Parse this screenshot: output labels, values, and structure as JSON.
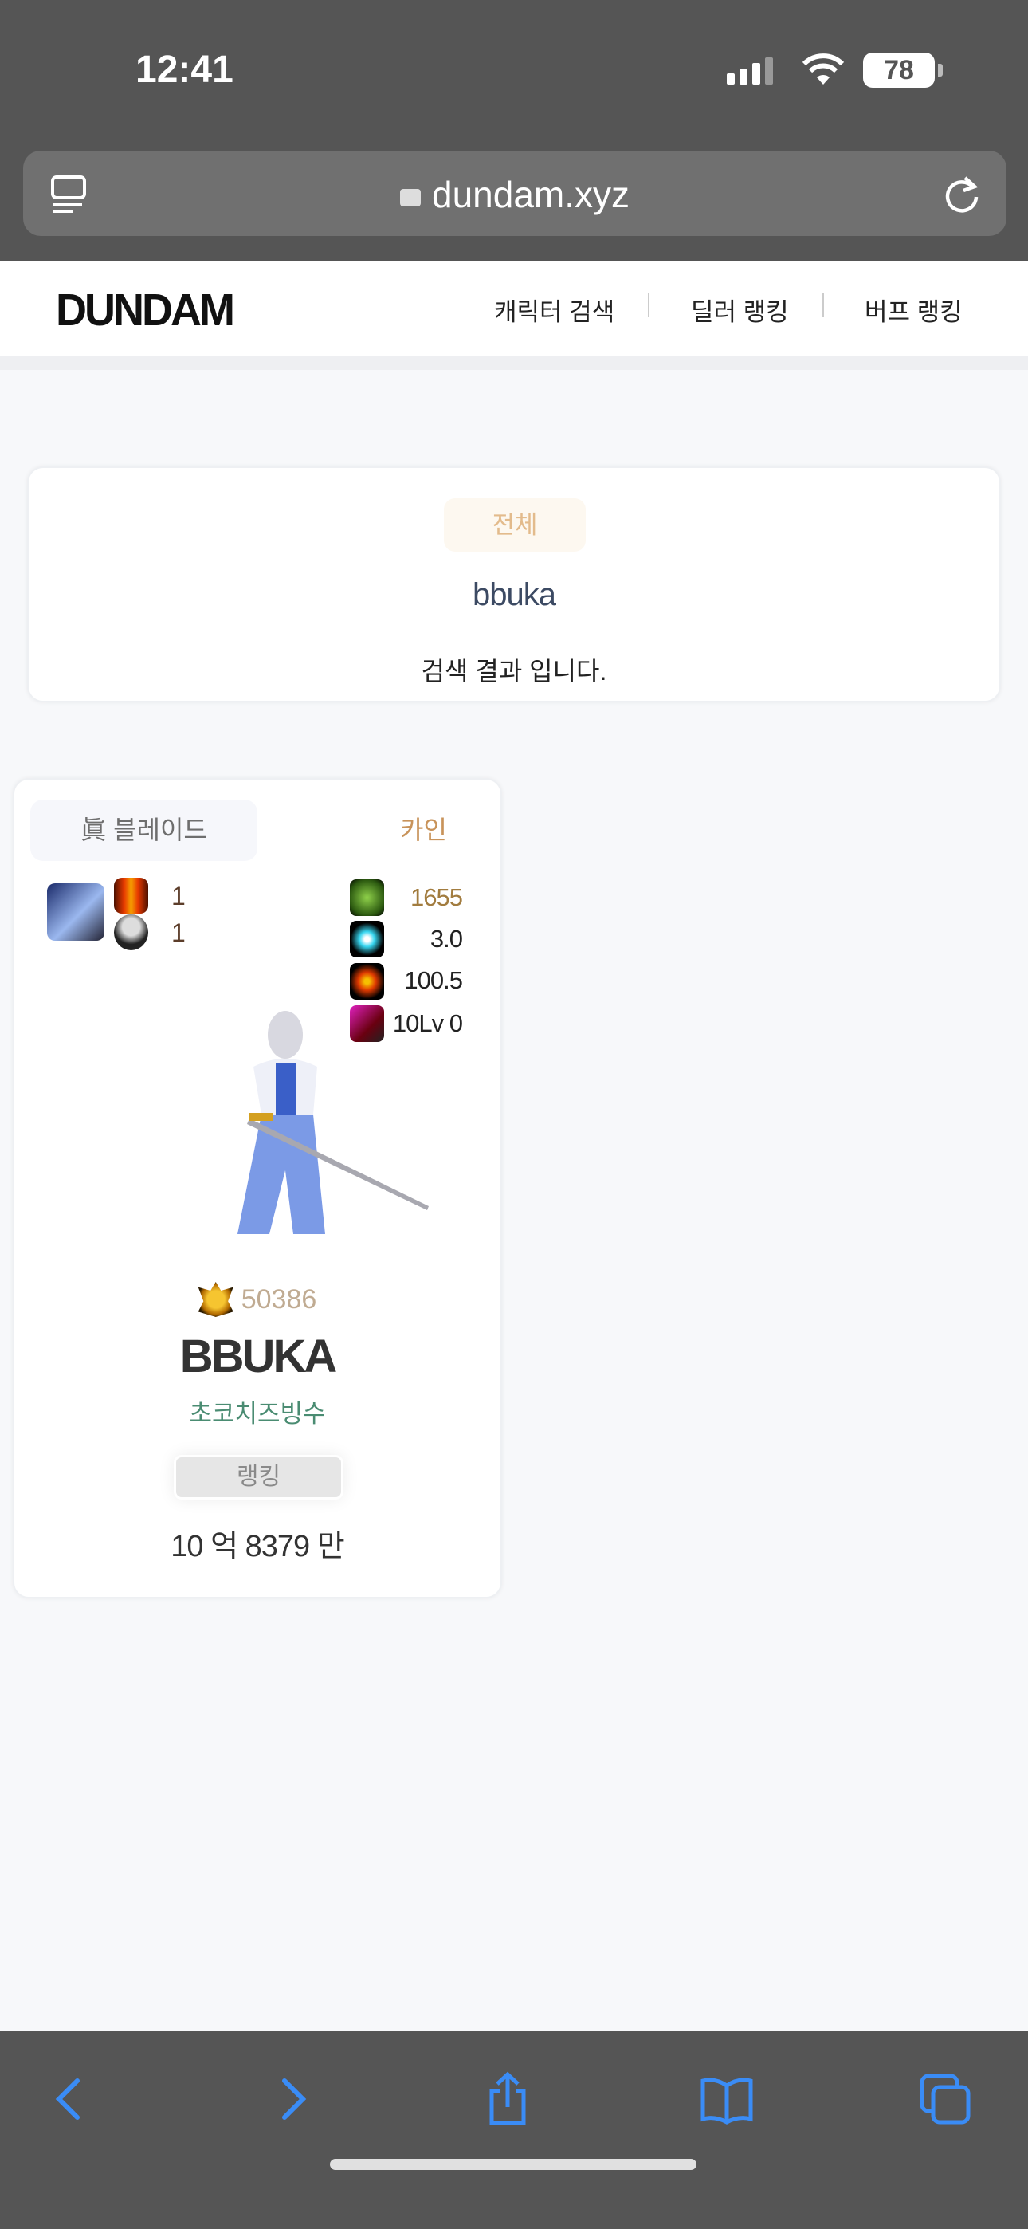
{
  "status_bar": {
    "time": "12:41",
    "battery": "78"
  },
  "browser": {
    "url": "dundam.xyz"
  },
  "header": {
    "logo": "DUNDAM",
    "nav": [
      "캐릭터 검색",
      "딜러 랭킹",
      "버프 랭킹"
    ]
  },
  "search": {
    "filter": "전체",
    "query": "bbuka",
    "result_text": "검색 결과 입니다."
  },
  "character": {
    "job": "眞 블레이드",
    "server": "카인",
    "counts": [
      "1",
      "1"
    ],
    "stats": [
      "1655",
      "3.0",
      "100.5",
      "10Lv 0"
    ],
    "fame": "50386",
    "name": "BBUKA",
    "guild": "초코치즈빙수",
    "rank_label": "랭킹",
    "damage": "10 억 8379 만"
  },
  "colors": {
    "accent": "#3a8cf6",
    "server": "#c8935a",
    "guild": "#4a8c72",
    "fame_stat": "#a27c3f"
  }
}
